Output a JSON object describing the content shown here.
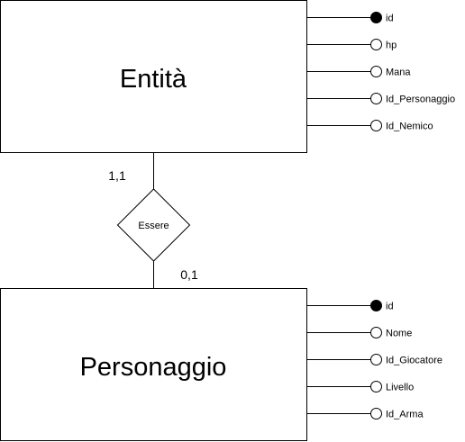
{
  "entities": [
    {
      "name": "Entità",
      "attributes": [
        {
          "label": "id",
          "key": true
        },
        {
          "label": "hp",
          "key": false
        },
        {
          "label": "Mana",
          "key": false
        },
        {
          "label": "Id_Personaggio",
          "key": false
        },
        {
          "label": "Id_Nemico",
          "key": false
        }
      ]
    },
    {
      "name": "Personaggio",
      "attributes": [
        {
          "label": "id",
          "key": true
        },
        {
          "label": "Nome",
          "key": false
        },
        {
          "label": "Id_Giocatore",
          "key": false
        },
        {
          "label": "Livello",
          "key": false
        },
        {
          "label": "Id_Arma",
          "key": false
        }
      ]
    }
  ],
  "relationship": {
    "name": "Essere",
    "cardinality_top": "1,1",
    "cardinality_bottom": "0,1"
  },
  "colors": {
    "stroke": "#000000",
    "key_fill": "#000000",
    "attr_fill": "#ffffff"
  }
}
